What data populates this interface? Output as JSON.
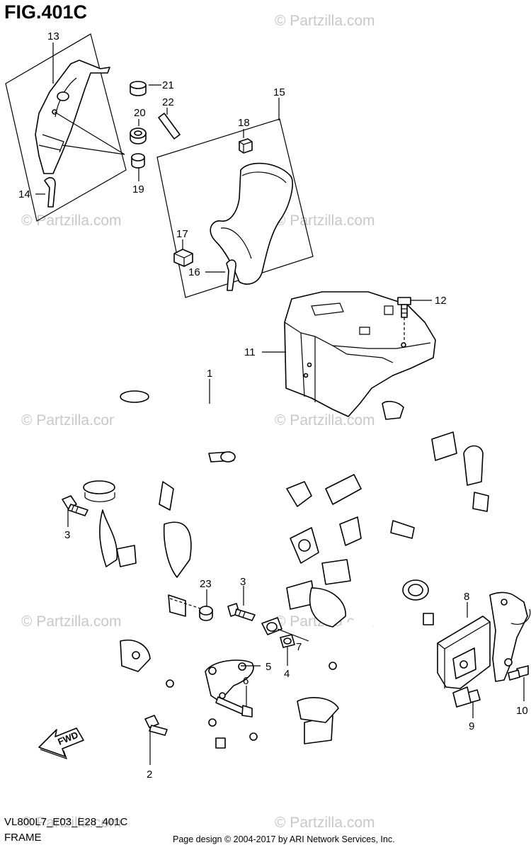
{
  "figure": {
    "title": "FIG.401C",
    "code": "VL800L7_E03_E28_401C",
    "name": "FRAME",
    "credit": "Page design © 2004-2017 by ARI Network Services, Inc."
  },
  "watermark": {
    "text": "© Partzilla.com",
    "color": "#c8c8c8"
  },
  "fwd_label": "FWD",
  "callouts": [
    "1",
    "2",
    "3",
    "3",
    "4",
    "5",
    "6",
    "7",
    "8",
    "9",
    "10",
    "11",
    "12",
    "13",
    "14",
    "15",
    "16",
    "17",
    "18",
    "19",
    "20",
    "21",
    "22",
    "23"
  ],
  "icons": {
    "forward-arrow": "fwd-arrow-icon"
  }
}
